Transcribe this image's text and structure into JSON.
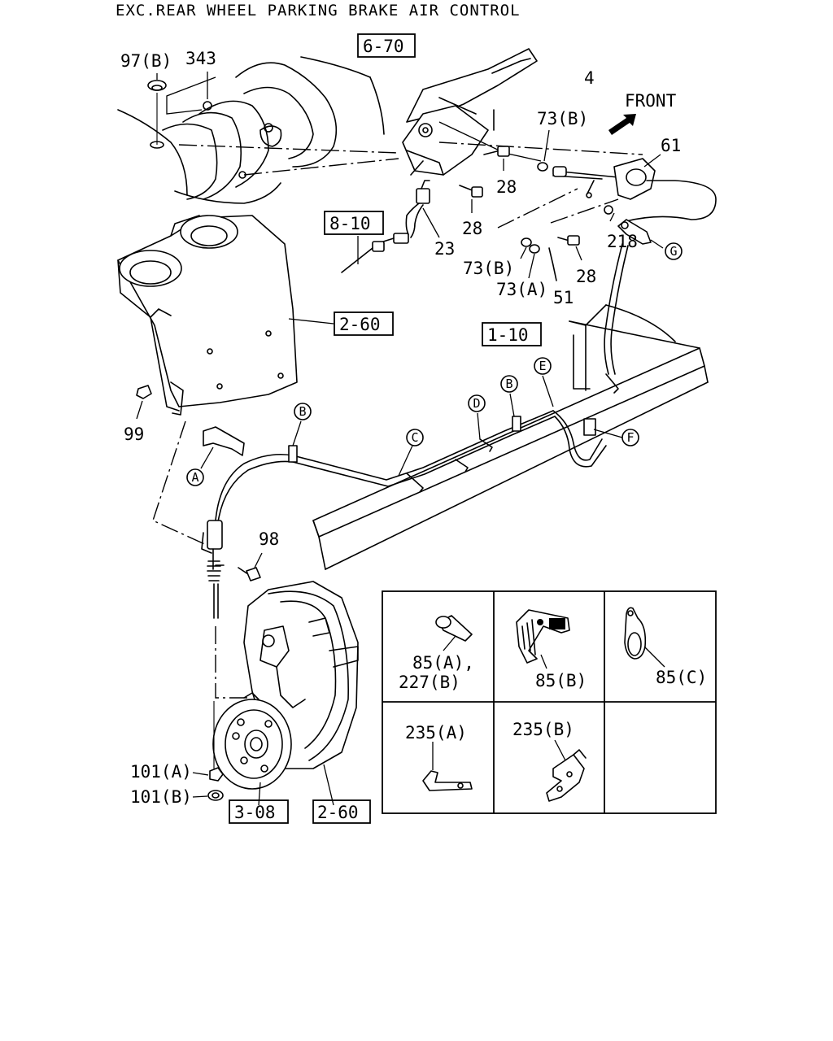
{
  "title": "EXC.REAR WHEEL PARKING BRAKE AIR CONTROL",
  "direction_label": "FRONT",
  "reference_boxes": {
    "r670": "6-70",
    "r810": "8-10",
    "r260a": "2-60",
    "r110": "1-10",
    "r308": "3-08",
    "r260b": "2-60"
  },
  "part_labels": {
    "p97b": "97(B)",
    "p343": "343",
    "p4": "4",
    "p73b_top": "73(B)",
    "p61": "61",
    "p28_a": "28",
    "p28_b": "28",
    "p28_c": "28",
    "p23": "23",
    "p218": "218",
    "p73b_mid": "73(B)",
    "p73a": "73(A)",
    "p51": "51",
    "p99": "99",
    "p98": "98",
    "p101a": "101(A)",
    "p101b": "101(B)"
  },
  "callouts": {
    "a": "A",
    "b1": "B",
    "b2": "B",
    "c": "C",
    "d": "D",
    "e": "E",
    "f": "F",
    "g": "G"
  },
  "legend": {
    "cell1_line1": "85(A),",
    "cell1_line2": "227(B)",
    "cell2": "85(B)",
    "cell3": "85(C)",
    "cell4": "235(A)",
    "cell5": "235(B)"
  }
}
